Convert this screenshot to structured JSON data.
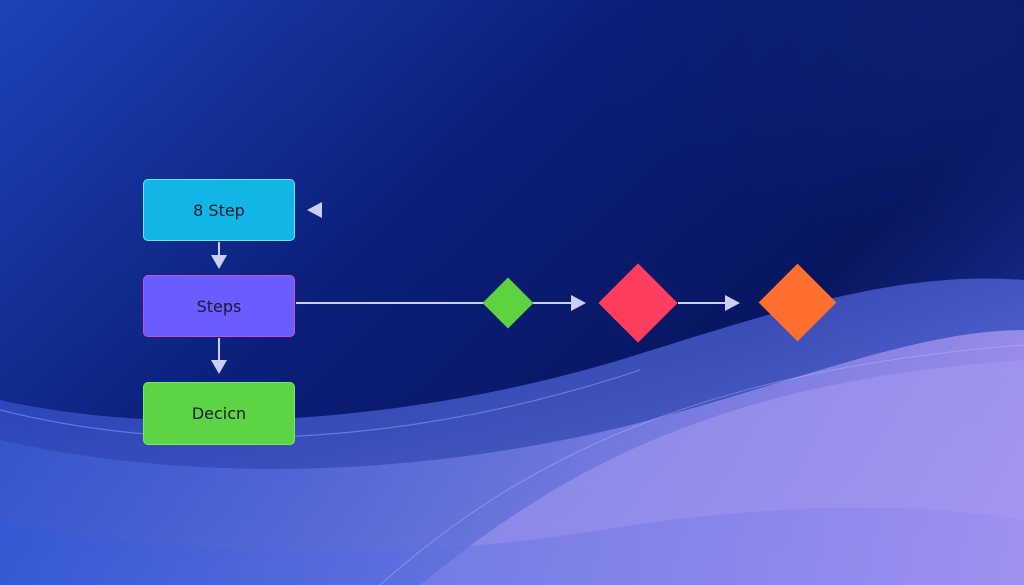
{
  "nodes": [
    {
      "id": "step-8",
      "label": "8 Step",
      "color": "#12b6e6",
      "border": "#6fe3ff"
    },
    {
      "id": "steps",
      "label": "Steps",
      "color": "#6a5cff",
      "border": "#d04ad8"
    },
    {
      "id": "decision",
      "label": "Decicn",
      "color": "#5cd443",
      "border": "#7be85d"
    }
  ],
  "diamonds": [
    {
      "id": "diamond-green",
      "color": "#5fd23f"
    },
    {
      "id": "diamond-red",
      "color": "#ff3d5c"
    },
    {
      "id": "diamond-orange",
      "color": "#ff6e2c"
    }
  ],
  "connector_color": "#c9cff5",
  "background": {
    "dark": "#06115a",
    "mid": "#1a3db5",
    "light": "#a98ef0"
  }
}
